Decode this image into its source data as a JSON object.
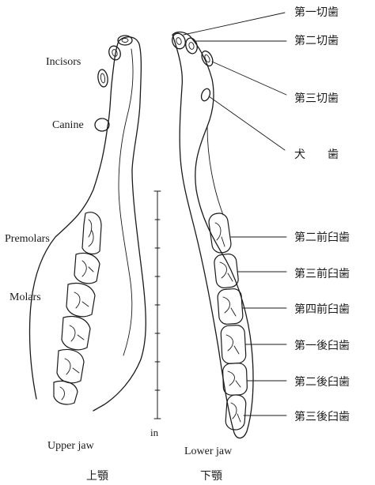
{
  "upper_labels": {
    "incisors": "Incisors",
    "canine": "Canine",
    "premolars": "Premolars",
    "molars": "Molars"
  },
  "lower_labels": {
    "incisor_1": "第一切歯",
    "incisor_2": "第二切歯",
    "incisor_3": "第三切歯",
    "canine": "犬　　歯",
    "premolar_2": "第二前臼歯",
    "premolar_3": "第三前臼歯",
    "premolar_4": "第四前臼歯",
    "molar_1": "第一後臼歯",
    "molar_2": "第二後臼歯",
    "molar_3": "第三後臼歯"
  },
  "scale": {
    "unit": "in"
  },
  "captions": {
    "upper_en": "Upper jaw",
    "lower_en": "Lower jaw",
    "upper_jp": "上顎",
    "lower_jp": "下顎"
  },
  "colors": {
    "ink": "#1a1a1a",
    "background": "#ffffff"
  }
}
